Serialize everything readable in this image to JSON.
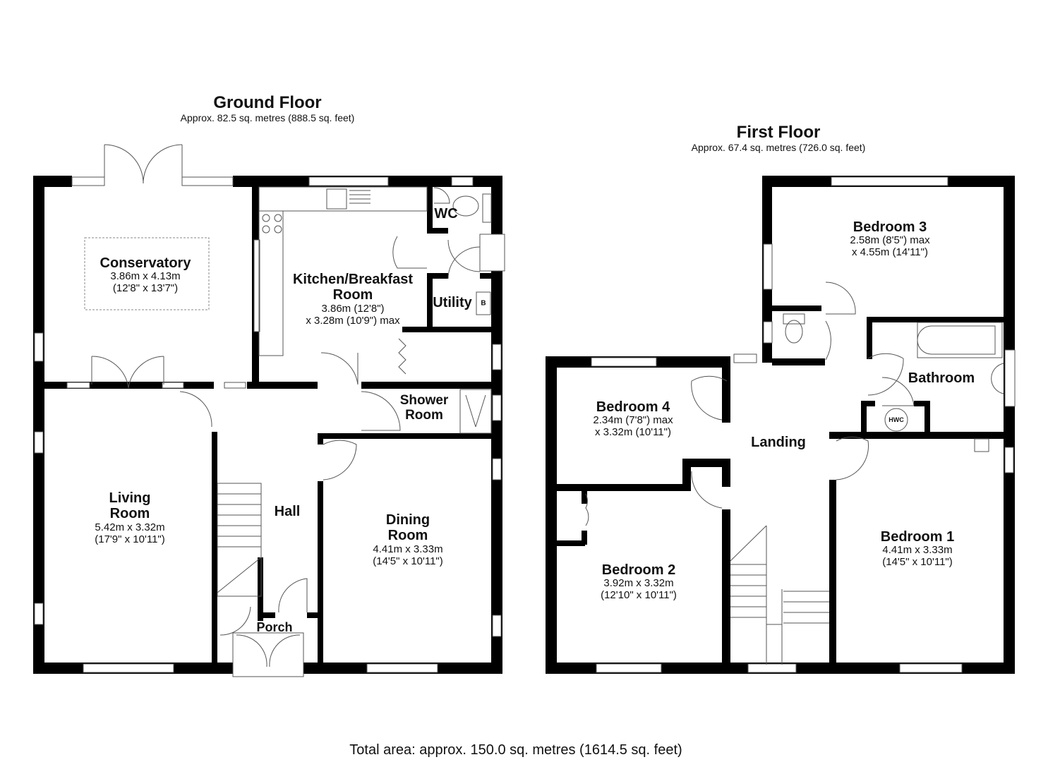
{
  "ground_floor": {
    "title": "Ground Floor",
    "area": "Approx. 82.5 sq. metres (888.5 sq. feet)",
    "rooms": {
      "conservatory": {
        "name": "Conservatory",
        "dim1": "3.86m x 4.13m",
        "dim2": "(12'8\" x 13'7\")"
      },
      "kitchen": {
        "name1": "Kitchen/Breakfast",
        "name2": "Room",
        "dim1": "3.86m (12'8\")",
        "dim2": "x 3.28m (10'9\") max"
      },
      "wc": {
        "name": "WC"
      },
      "utility": {
        "name": "Utility",
        "boiler_tag": "B"
      },
      "shower_room": {
        "name1": "Shower",
        "name2": "Room"
      },
      "living_room": {
        "name1": "Living",
        "name2": "Room",
        "dim1": "5.42m x 3.32m",
        "dim2": "(17'9\" x 10'11\")"
      },
      "hall": {
        "name": "Hall"
      },
      "dining_room": {
        "name1": "Dining",
        "name2": "Room",
        "dim1": "4.41m x 3.33m",
        "dim2": "(14'5\" x 10'11\")"
      },
      "porch": {
        "name": "Porch"
      }
    }
  },
  "first_floor": {
    "title": "First Floor",
    "area": "Approx. 67.4 sq. metres (726.0 sq. feet)",
    "rooms": {
      "bedroom3": {
        "name": "Bedroom 3",
        "dim1": "2.58m (8'5\") max",
        "dim2": "x 4.55m (14'11\")"
      },
      "bathroom": {
        "name": "Bathroom",
        "hwc_tag": "HWC"
      },
      "bedroom4": {
        "name": "Bedroom 4",
        "dim1": "2.34m (7'8\") max",
        "dim2": "x 3.32m (10'11\")"
      },
      "landing": {
        "name": "Landing"
      },
      "bedroom2": {
        "name": "Bedroom 2",
        "dim1": "3.92m x 3.32m",
        "dim2": "(12'10\" x 10'11\")"
      },
      "bedroom1": {
        "name": "Bedroom 1",
        "dim1": "4.41m x 3.33m",
        "dim2": "(14'5\" x 10'11\")"
      }
    }
  },
  "total_area": "Total area: approx. 150.0 sq. metres (1614.5 sq. feet)",
  "colors": {
    "wall": "#000000",
    "background": "#ffffff",
    "line": "#555555"
  }
}
